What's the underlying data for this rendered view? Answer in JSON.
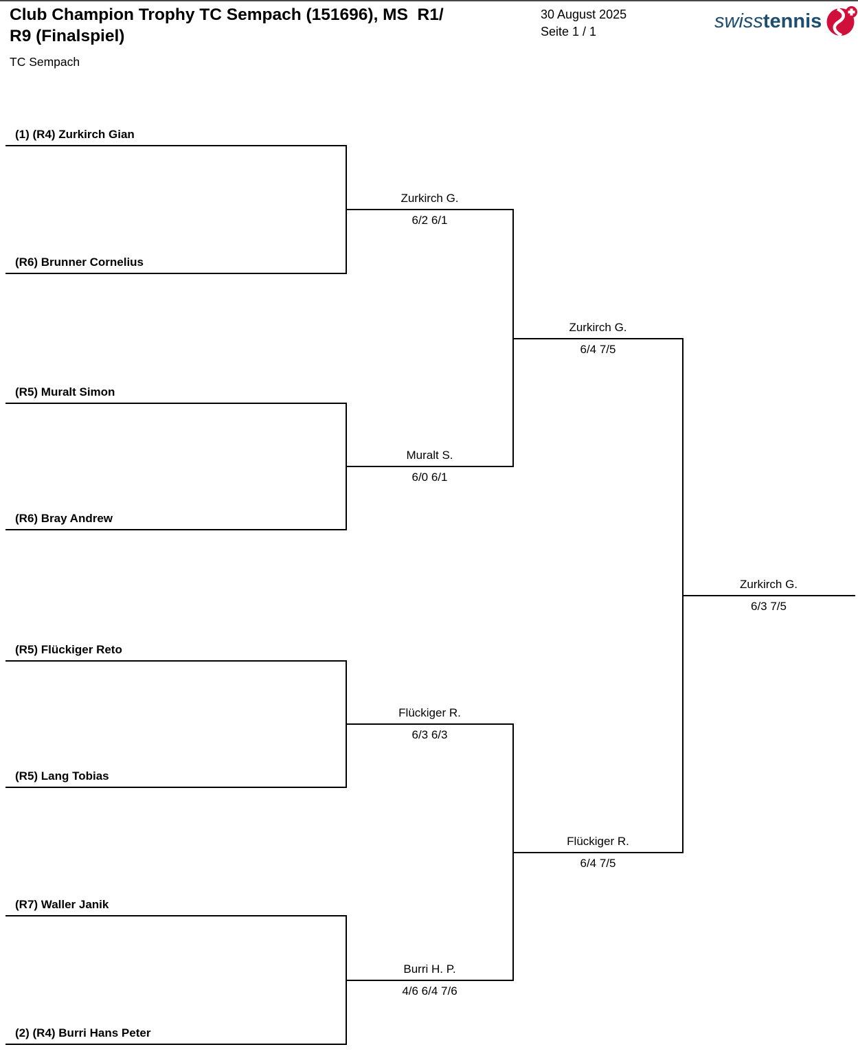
{
  "header": {
    "title_line1": "Club Champion Trophy TC Sempach (151696), MS  R1/",
    "title_line2": "R9 (Finalspiel)",
    "club": "TC Sempach",
    "date": "30 August 2025",
    "page": "Seite 1 / 1",
    "logo": {
      "swiss": "swiss",
      "tennis": "tennis",
      "blue": "#1d4d70",
      "red": "#d0103a"
    }
  },
  "bracket": {
    "players": [
      "(1) (R4) Zurkirch Gian",
      "(R6) Brunner Cornelius",
      "(R5) Muralt Simon",
      "(R6) Bray Andrew",
      "(R5) Flückiger Reto",
      "(R5) Lang Tobias",
      "(R7) Waller Janik",
      "(2) (R4) Burri Hans Peter"
    ],
    "quarterfinals": [
      {
        "winner": "Zurkirch G.",
        "score": "6/2 6/1"
      },
      {
        "winner": "Muralt S.",
        "score": "6/0 6/1"
      },
      {
        "winner": "Flückiger R.",
        "score": "6/3 6/3"
      },
      {
        "winner": "Burri H. P.",
        "score": "4/6 6/4 7/6"
      }
    ],
    "semifinals": [
      {
        "winner": "Zurkirch G.",
        "score": "6/4 7/5"
      },
      {
        "winner": "Flückiger R.",
        "score": "6/4 7/5"
      }
    ],
    "final": {
      "winner": "Zurkirch G.",
      "score": "6/3 7/5"
    }
  }
}
